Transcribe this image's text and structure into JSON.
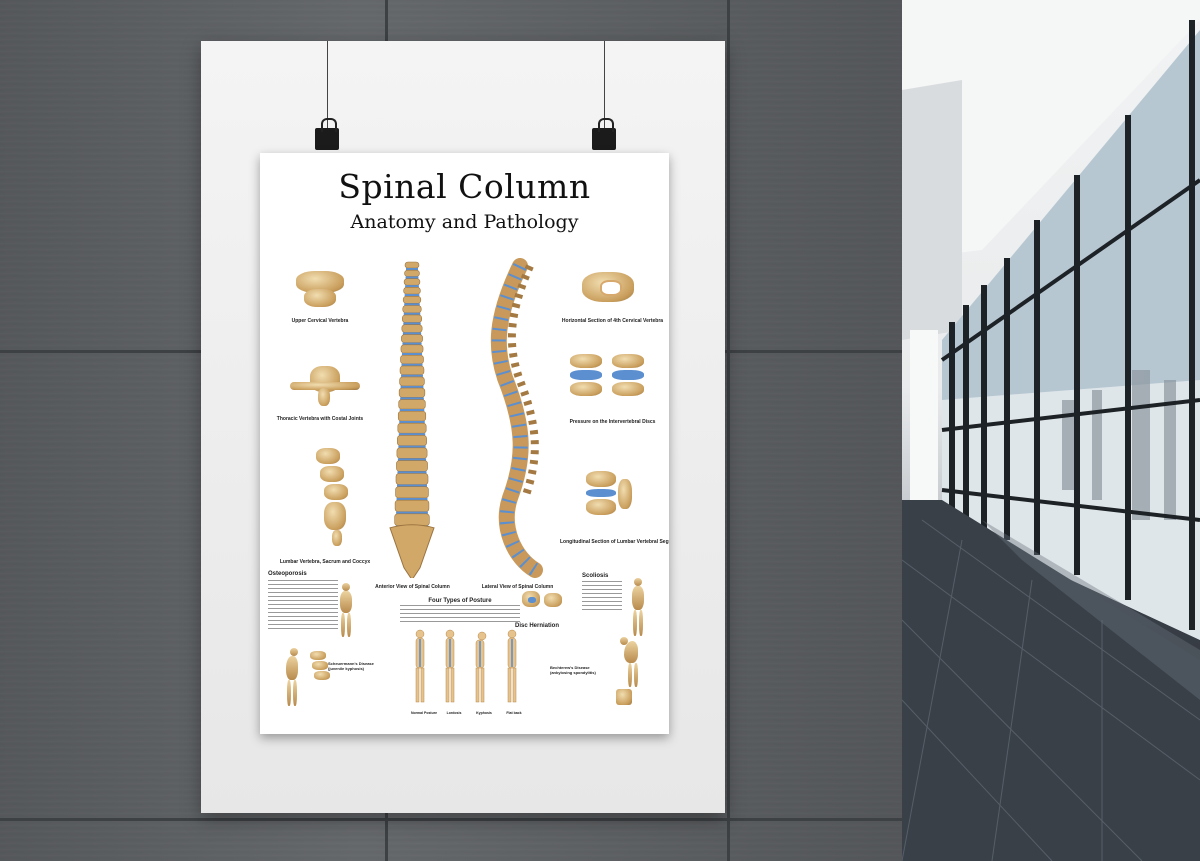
{
  "poster": {
    "title": "Spinal Column",
    "subtitle": "Anatomy and Pathology",
    "captions": {
      "upper_cervical": "Upper Cervical Vertebra",
      "thoracic": "Thoracic Vertebra with Costal Joints",
      "lumbar": "Lumbar Vertebra, Sacrum and Coccyx",
      "anterior_view": "Anterior View of Spinal Column",
      "lateral_view": "Lateral View of Spinal Column",
      "horizontal_section": "Horizontal Section of 4th Cervical Vertebra",
      "pressure_discs": "Pressure on the Intervertebral Discs",
      "longitudinal_section": "Longitudinal Section of Lumbar Vertebral Segment",
      "osteoporosis": "Osteoporosis",
      "four_types": "Four Types of Posture",
      "scoliosis": "Scoliosis",
      "disc_herniation": "Disc Herniation",
      "scheuermann": "Scheuermann's Disease (juvenile kyphosis)",
      "bechterew": "Bechterew's Disease (ankylosing spondylitis)"
    },
    "posture_labels": [
      "Normal Posture",
      "Lordosis",
      "Kyphosis",
      "Flat back"
    ]
  }
}
